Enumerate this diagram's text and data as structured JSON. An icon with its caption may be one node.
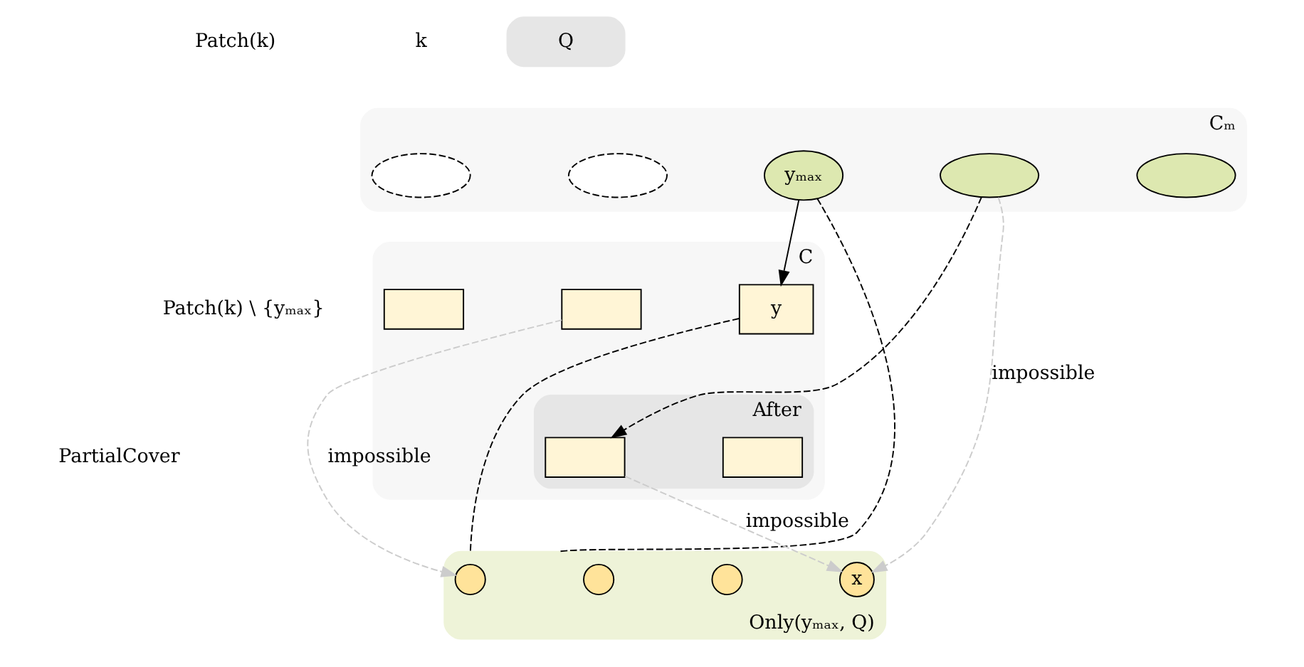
{
  "diagram": {
    "nodes": [
      {
        "text": [
          "Cₘ"
        ]
      },
      {
        "text": [],
        "shape": "ellipse",
        "in": 0
      },
      {
        "text": [],
        "shape": "ellipse",
        "in": 0
      },
      {
        "text": [
          "yₘₐₓ"
        ],
        "in": 0
      },
      {
        "text": [],
        "shape": "ellipse",
        "in": 0
      },
      {
        "text": [],
        "shape": "ellipse",
        "in": 0
      },
      {
        "text": [
          "C"
        ]
      },
      {
        "text": [
          "Q"
        ]
      },
      {
        "text": [],
        "shape": "box",
        "in": 6
      },
      {
        "text": [],
        "shape": "box",
        "in": 6
      },
      {
        "text": [
          "y"
        ],
        "in": 6
      },
      {
        "text": [
          "After"
        ],
        "in": 6
      },
      {
        "text": [],
        "shape": "box",
        "in": 11
      },
      {
        "text": [],
        "shape": "box",
        "in": 11
      },
      {
        "text": [],
        "shape": "ellipse",
        "beside": [
          "Only(yₘₐₓ, Q)"
        ]
      },
      {
        "text": [],
        "shape": "circle",
        "in": 14
      },
      {
        "text": [],
        "shape": "circle",
        "in": 14
      },
      {
        "text": [],
        "shape": "circle",
        "in": 14
      },
      {
        "text": [
          "x"
        ],
        "in": 14
      }
    ],
    "edges": [
      {
        "from": 3,
        "to": 10,
        "arrow": "to"
      },
      {
        "from": 4,
        "to": 12,
        "arrow": "to",
        "style": "dashed"
      },
      {
        "from": 4,
        "to": 18,
        "arrow": "to",
        "label": "impossible",
        "style": "dashed",
        "color": "#cccccc"
      },
      {
        "from": 12,
        "to": 18,
        "arrow": "to",
        "label": "impossible",
        "style": "dashed",
        "color": "#cccccc"
      },
      {
        "from": 9,
        "to": 15,
        "arrow": "to",
        "label": "impossible",
        "style": "dashed",
        "color": "#cccccc"
      },
      {
        "from": 3,
        "to": 14,
        "arrow": "none",
        "style": "dashed"
      },
      {
        "from": 10,
        "to": 14,
        "arrow": "none",
        "style": "dashed"
      }
    ],
    "labels": [
      "Patch(k)",
      "k",
      "Patch(k) \\ {yₘₐₓ}",
      "PartialCover"
    ]
  }
}
